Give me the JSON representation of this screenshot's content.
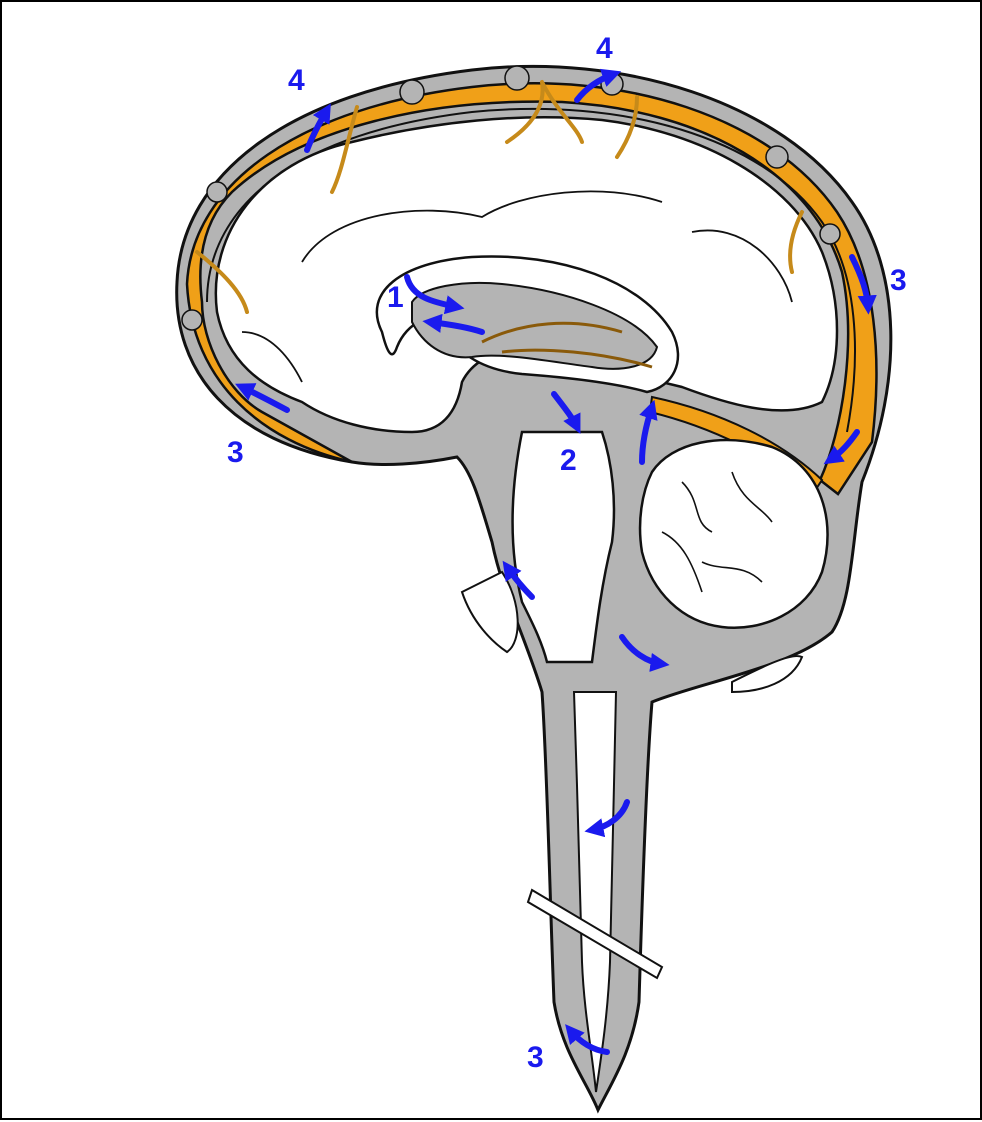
{
  "colors": {
    "csf_space": "#b4b4b4",
    "venous_sinus": "#f0a018",
    "arrow": "#1a1aee",
    "outline": "#111111",
    "vessels": "#c68a1a"
  },
  "labels": {
    "step1": "1",
    "step2": "2",
    "step3_left": "3",
    "step3_right": "3",
    "step3_bottom": "3",
    "step4_left": "4",
    "step4_top": "4"
  }
}
